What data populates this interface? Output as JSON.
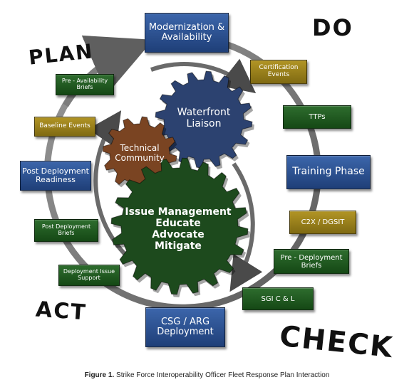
{
  "phases": {
    "plan": "PLAN",
    "do": "DO",
    "check": "CHECK",
    "act": "ACT"
  },
  "gears": {
    "waterfront": "Waterfront\nLiaison",
    "technical": "Technical\nCommunity",
    "issue": "Issue Management\nEducate\nAdvocate\nMitigate"
  },
  "boxes": {
    "modernization": "Modernization &\nAvailability",
    "certification": "Certification\nEvents",
    "ttps": "TTPs",
    "training": "Training Phase",
    "c2x": "C2X / DGSIT",
    "predeployment": "Pre - Deployment\nBriefs",
    "sgi": "SGI C & L",
    "csg": "CSG / ARG\nDeployment",
    "deployment_issue": "Deployment Issue\nSupport",
    "post_briefs": "Post Deployment\nBriefs",
    "post_readiness": "Post Deployment\nReadiness",
    "baseline": "Baseline Events",
    "pre_availability": "Pre - Availability\nBriefs"
  },
  "caption": {
    "label": "Figure 1.",
    "text": "Strike Force Interoperability Officer Fleet Response Plan Interaction"
  },
  "colors": {
    "blue": "#2a4f8f",
    "green": "#1f5a1f",
    "gold": "#9a8019",
    "gear_blue": "#2c4270",
    "gear_brown": "#7a4422",
    "gear_green": "#1d4a1d",
    "ring": "#7a7a7a"
  }
}
